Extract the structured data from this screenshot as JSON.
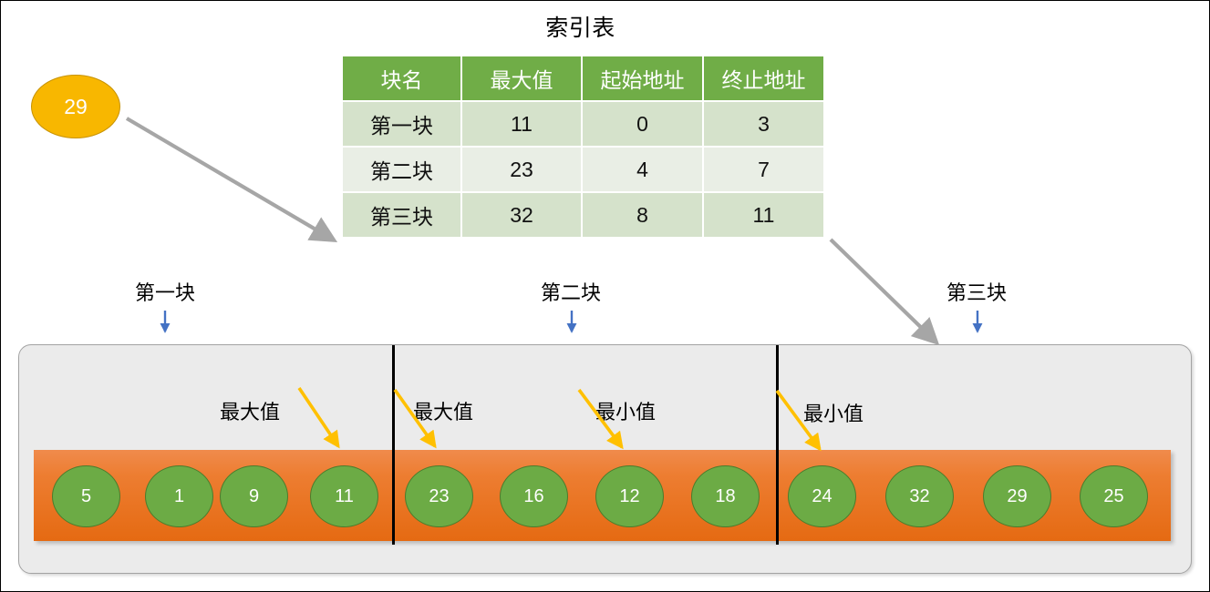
{
  "diagram": {
    "title": "索引表",
    "query": {
      "label": "29",
      "fill": "#f8b700",
      "border": "#c79200",
      "text_color": "#ffffff"
    }
  },
  "index_table": {
    "title": "索引表",
    "headers": [
      "块名",
      "最大值",
      "起始地址",
      "终止地址"
    ],
    "rows": [
      {
        "name": "第一块",
        "max": "11",
        "start": "0",
        "end": "3"
      },
      {
        "name": "第二块",
        "max": "23",
        "start": "4",
        "end": "7"
      },
      {
        "name": "第三块",
        "max": "32",
        "start": "8",
        "end": "11"
      }
    ],
    "header_bg": "#70ad47",
    "row_bg_odd": "#d5e2cb",
    "row_bg_even": "#e9eee5"
  },
  "block_captions": [
    {
      "label": "第一块"
    },
    {
      "label": "第二块"
    },
    {
      "label": "第三块"
    }
  ],
  "annotations": [
    {
      "label": "最大值",
      "target": "11"
    },
    {
      "label": "最大值",
      "target": "23"
    },
    {
      "label": "最小值",
      "target": "12"
    },
    {
      "label": "最小值",
      "target": "24"
    }
  ],
  "array": {
    "blocks": [
      {
        "name": "第一块",
        "values": [
          "5",
          "1",
          "9",
          "11"
        ]
      },
      {
        "name": "第二块",
        "values": [
          "23",
          "16",
          "12",
          "18"
        ]
      },
      {
        "name": "第三块",
        "values": [
          "24",
          "32",
          "29",
          "25"
        ]
      }
    ],
    "cell_fill": "#6cab45",
    "cell_border": "#4a7c2c",
    "bar_fill": "#ed7d31",
    "container_fill": "#ebebeb",
    "container_border": "#a3a3a3"
  },
  "colors": {
    "gray_arrow": "#a6a6a6",
    "blue_arrow": "#4472c4",
    "yellow_arrow": "#ffc000"
  }
}
